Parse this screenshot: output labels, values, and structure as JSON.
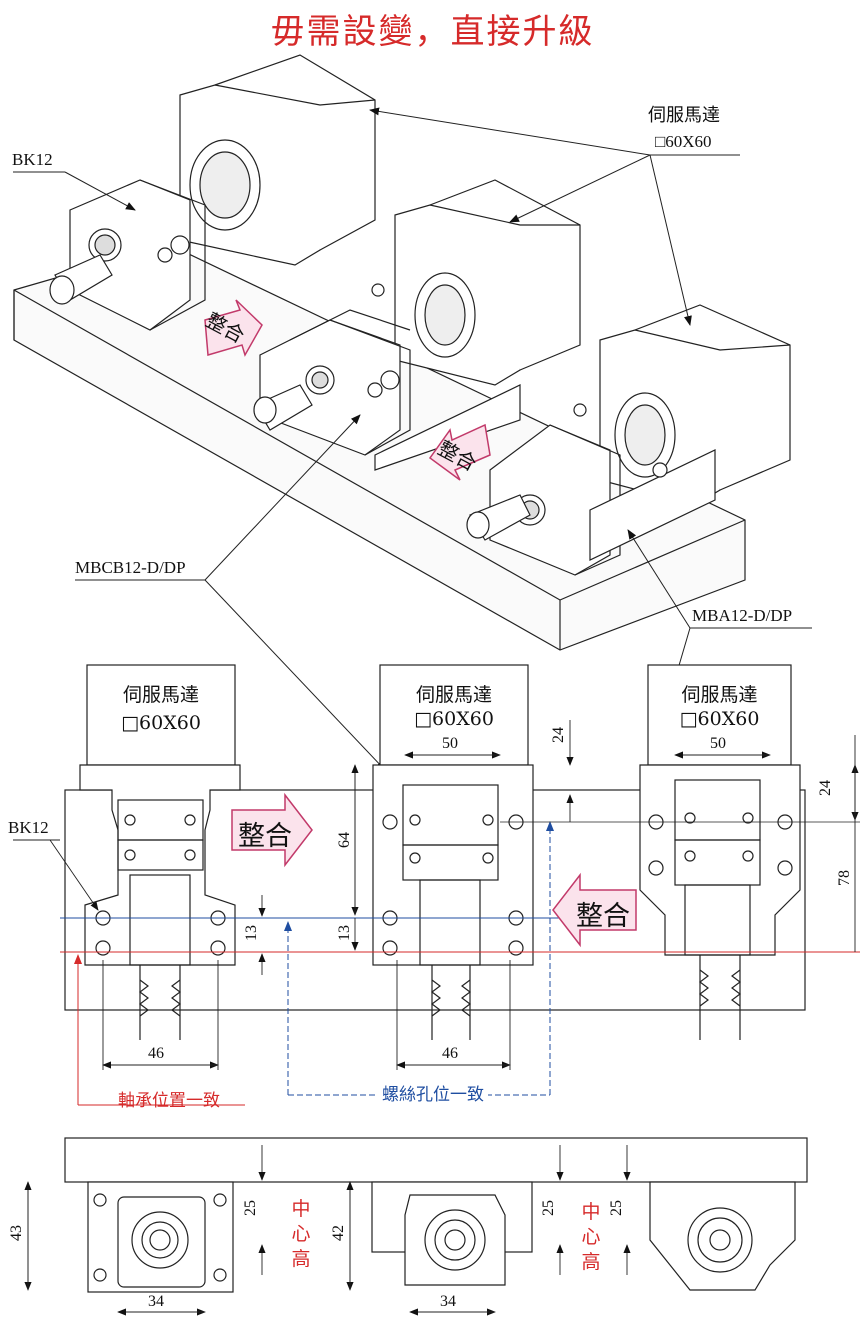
{
  "title": "毋需設變，直接升級",
  "labels": {
    "servo_motor": "伺服馬達",
    "motor_size": "□60X60",
    "bk12": "BK12",
    "mbcb": "MBCB12-D/DP",
    "mba": "MBA12-D/DP",
    "integrate": "整合",
    "bearing_consistent": "軸承位置一致",
    "screw_consistent": "螺絲孔位一致",
    "center_height_1": "中",
    "center_height_2": "心",
    "center_height_3": "高"
  },
  "front_view": {
    "motors": [
      {
        "name": "伺服馬達",
        "size": "□60X60"
      },
      {
        "name": "伺服馬達",
        "size": "□60X60"
      },
      {
        "name": "伺服馬達",
        "size": "□60X60"
      }
    ],
    "dims": {
      "d50a": "50",
      "d50b": "50",
      "d24a": "24",
      "d24b": "24",
      "d64": "64",
      "d78": "78",
      "d13a": "13",
      "d13b": "13",
      "d46a": "46",
      "d46b": "46"
    }
  },
  "bottom_view": {
    "dims": {
      "d43": "43",
      "d25a": "25",
      "d42": "42",
      "d25b": "25",
      "d25c": "25",
      "d34a": "34",
      "d34b": "34"
    }
  },
  "colors": {
    "title": "#d62a2a",
    "red_guide": "#d62a2a",
    "blue_guide": "#1f4ea1",
    "arrow_fill": "#fbe3ec",
    "arrow_stroke": "#c23a6a"
  }
}
